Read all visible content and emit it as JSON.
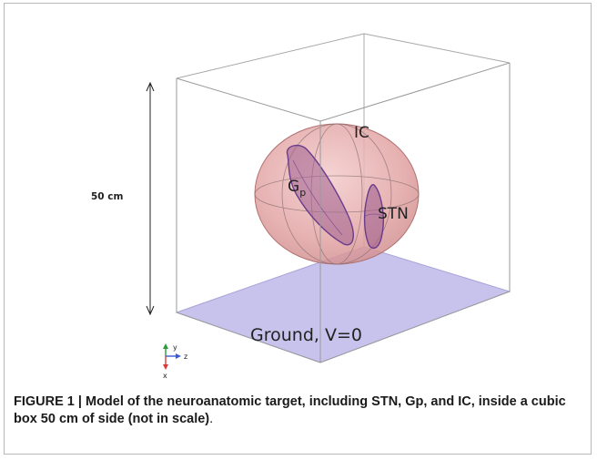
{
  "figure": {
    "dimension_label": "50 cm",
    "labels": {
      "ic": "IC",
      "gp_main": "G",
      "gp_sub": "p",
      "stn": "STN",
      "ground": "Ground, V=0"
    },
    "axes": {
      "y": "y",
      "z": "z",
      "x": "x"
    },
    "colors": {
      "ellipsoid_fill": "#e6a8a8",
      "ellipsoid_stroke": "#b07070",
      "organ_fill": "#a06090",
      "organ_stroke": "#6a3c8c",
      "ground_fill": "#c7c3ec",
      "box_edge": "#909090"
    }
  },
  "caption": {
    "text": "FIGURE 1 | Model of the neuroanatomic target, including STN, Gp, and IC, inside a cubic box 50 cm of side (not in scale)",
    "end": "."
  }
}
